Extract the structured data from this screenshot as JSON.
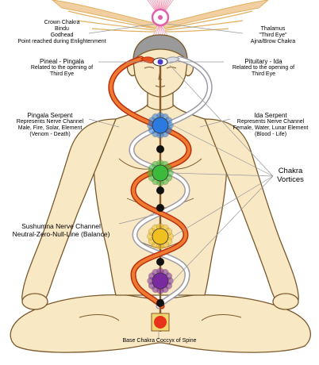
{
  "colors": {
    "skin": "#f9e8c4",
    "outline": "#7a5a2c",
    "head_shadow": "#9a9a9a",
    "pingala_serpent": "#e8521a",
    "ida_serpent": "#c8c8c8",
    "sushumna": "#8b5a2b",
    "wing_pink": "#f2a0b8",
    "wing_gold": "#e0b060",
    "pointer_lines": "#999999"
  },
  "labels": {
    "crown": [
      "Crown Chakra",
      "Bindu",
      "Godhead",
      "Point reached during Enlightenment"
    ],
    "thalamus": [
      "Thalamus",
      "\"Third Eye\"",
      "Ajna/Brow Chakra"
    ],
    "pineal": [
      "Pineal - Pingala",
      "Related to the opening of",
      "Third Eye"
    ],
    "pituitary": [
      "Pituitary - Ida",
      "Related to the opening of",
      "Third Eye"
    ],
    "pingala_serpent": [
      "Pingala Serpent",
      "Represents Nerve Channel",
      "Male, Fire, Solar, Element",
      "(Venom - Death)"
    ],
    "ida_serpent": [
      "Ida Serpent",
      "Represents Nerve Channel",
      "Female, Water, Lunar Element",
      "(Blood - Life)"
    ],
    "chakra_vortices": [
      "Chakra",
      "Vortices"
    ],
    "sushumna": [
      "Sushumna Nerve Channel",
      "Neutral-Zero-Null-Line (Balance)"
    ],
    "base": "Base Chakra Coccyx of Spine"
  },
  "chakras": [
    {
      "name": "base",
      "color": "#e8321a",
      "shape": "square"
    },
    {
      "name": "sacral",
      "color": "#7a2aa0",
      "shape": "lotus"
    },
    {
      "name": "solar-plexus",
      "color": "#f0c020",
      "shape": "lotus"
    },
    {
      "name": "heart",
      "color": "#3cba3c",
      "shape": "lotus"
    },
    {
      "name": "throat",
      "color": "#2a7ae0",
      "shape": "lotus"
    },
    {
      "name": "brow",
      "color": "#4a3ad0",
      "shape": "eye"
    },
    {
      "name": "crown",
      "color": "#e060b0",
      "shape": "ring"
    }
  ]
}
